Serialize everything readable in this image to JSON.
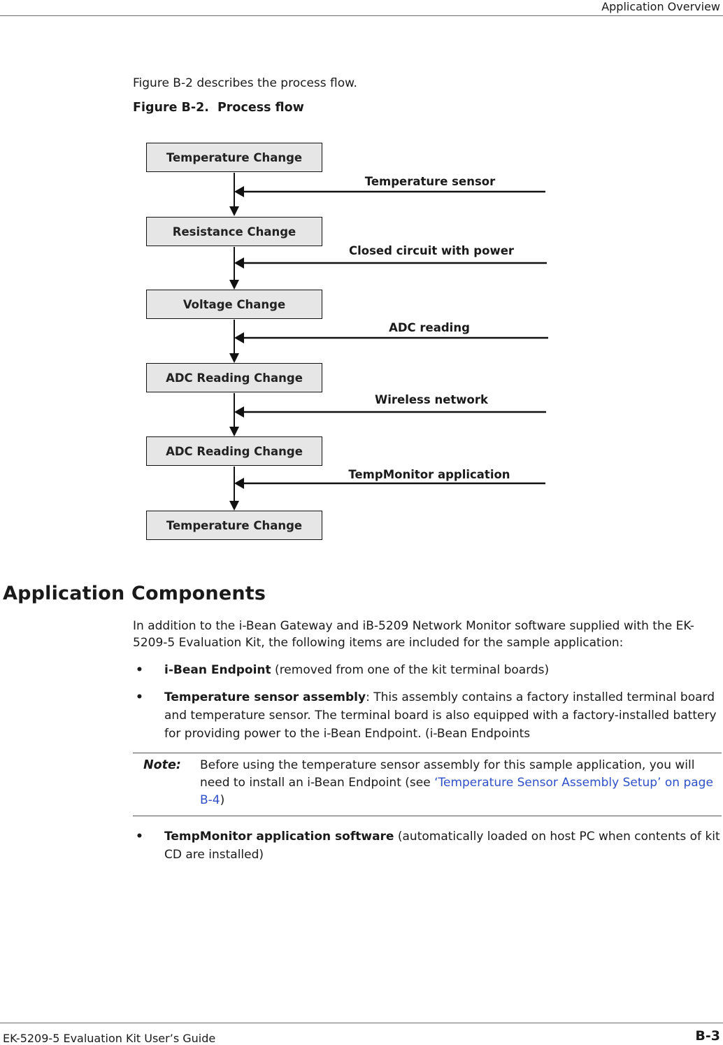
{
  "header": {
    "title": "Application Overview"
  },
  "intro": {
    "text": "Figure B-2 describes the process flow."
  },
  "figure": {
    "number": "Figure B-2.",
    "title": "Process flow",
    "boxes": [
      "Temperature Change",
      "Resistance Change",
      "Voltage Change",
      "ADC Reading Change",
      "ADC Reading Change",
      "Temperature Change"
    ],
    "inputs": [
      "Temperature sensor",
      "Closed circuit with power",
      "ADC reading",
      "Wireless network",
      "TempMonitor application"
    ]
  },
  "section": {
    "heading": "Application Components",
    "paragraph": "In addition to the i-Bean Gateway and iB-5209 Network Monitor software supplied with the EK-5209-5 Evaluation Kit, the following items are included for the sample application:",
    "bullet_symbol": "•",
    "bullets": [
      {
        "bold": "i-Bean Endpoint",
        "text": " (removed from one of the kit terminal boards)"
      },
      {
        "bold": "Temperature sensor assembly",
        "text": ": This assembly contains a factory installed terminal board and temperature sensor. The terminal board is also equipped with a factory-installed battery for providing power to the i-Bean Endpoint. (i-Bean Endpoints"
      },
      {
        "bold": "TempMonitor application software",
        "text": " (automatically loaded on host PC when contents of kit CD are installed)"
      }
    ],
    "note": {
      "label": "Note:",
      "text_before": "Before using the temperature sensor assembly for this sample application, you will need to install an i-Bean Endpoint (see ",
      "link_text": "‘Temperature Sensor Assembly Setup’ on page B-4",
      "text_after": ")"
    }
  },
  "footer": {
    "left": "EK-5209-5 Evaluation Kit User’s Guide",
    "right": "B-3"
  }
}
